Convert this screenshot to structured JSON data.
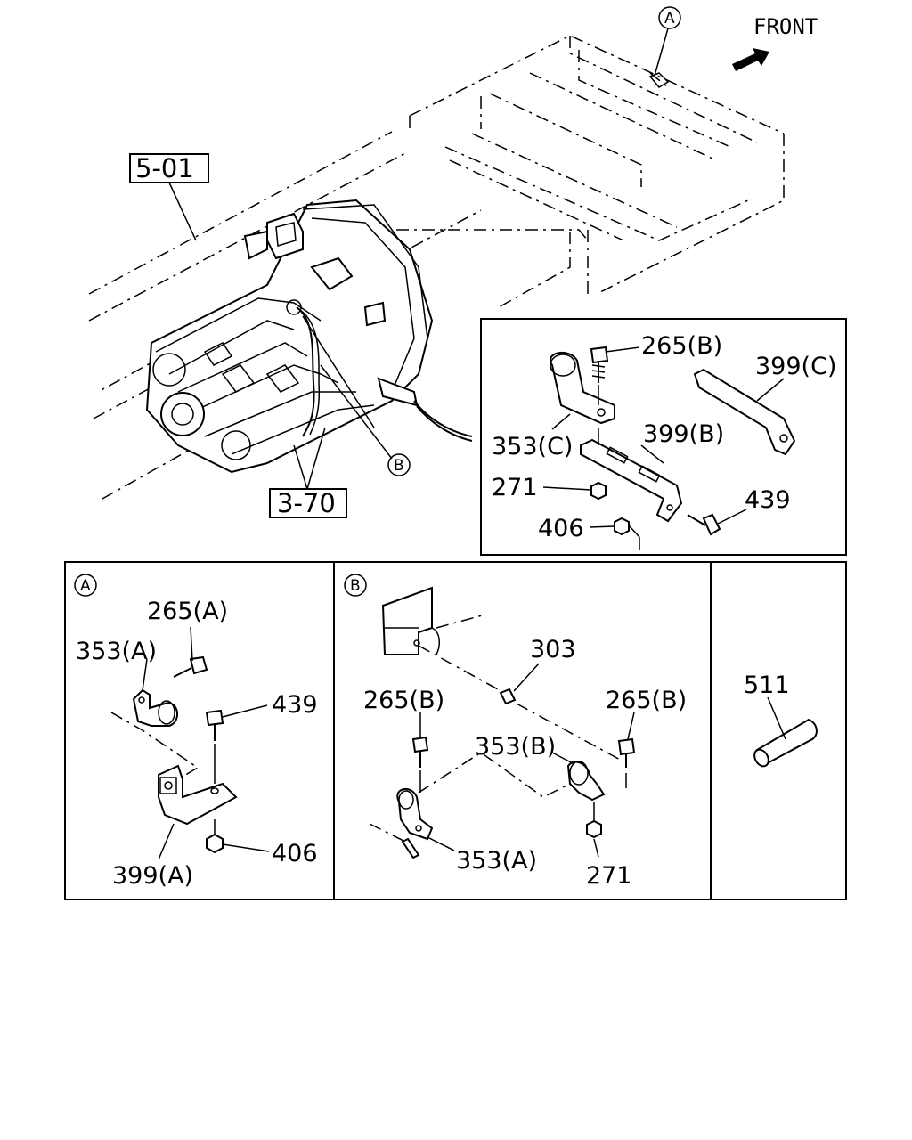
{
  "labels": {
    "front": "FRONT",
    "ref_5_01": "5-01",
    "ref_3_70": "3-70",
    "marker_a": "A",
    "marker_b": "B",
    "detail_265b": "265(B)",
    "detail_399c": "399(C)",
    "detail_399b": "399(B)",
    "detail_353c": "353(C)",
    "detail_271": "271",
    "detail_439": "439",
    "detail_406": "406",
    "a_265a": "265(A)",
    "a_353a": "353(A)",
    "a_439": "439",
    "a_399a": "399(A)",
    "a_406": "406",
    "b_303": "303",
    "b_265b_left": "265(B)",
    "b_265b_right": "265(B)",
    "b_353b": "353(B)",
    "b_353a": "353(A)",
    "b_271": "271",
    "c_511": "511"
  }
}
